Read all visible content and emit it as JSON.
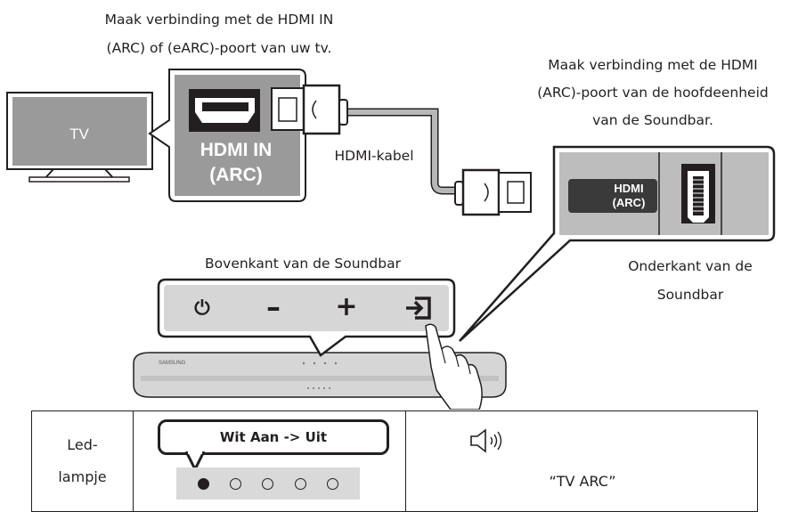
{
  "labels": {
    "tv_port_caption_line1": "Maak verbinding met de HDMI IN",
    "tv_port_caption_line2": "(ARC) of (eARC)-poort van uw tv.",
    "soundbar_port_caption_line1": "Maak verbinding met de HDMI",
    "soundbar_port_caption_line2": "(ARC)-poort van de hoofdeenheid",
    "soundbar_port_caption_line3": "van de Soundbar.",
    "cable_label": "HDMI-kabel",
    "top_panel_label": "Bovenkant van de Soundbar",
    "bottom_panel_label_line1": "Onderkant van de",
    "bottom_panel_label_line2": "Soundbar"
  },
  "tv": {
    "label": "TV"
  },
  "tv_port": {
    "line1": "HDMI IN",
    "line2": "(ARC)"
  },
  "soundbar_port": {
    "line1": "HDMI",
    "line2": "(ARC)"
  },
  "control_panel": {
    "buttons": [
      {
        "name": "power-icon",
        "glyph": "⏻"
      },
      {
        "name": "volume-down-icon",
        "glyph": "–"
      },
      {
        "name": "volume-up-icon",
        "glyph": "+"
      },
      {
        "name": "source-input-icon",
        "glyph": "⇥"
      }
    ]
  },
  "led_table": {
    "row_header_line1": "Led-",
    "row_header_line2": "lampje",
    "led_state": "Wit Aan -> Uit",
    "leds": [
      "on",
      "off",
      "off",
      "off",
      "off"
    ],
    "voice_prompt": "“TV ARC”"
  },
  "colors": {
    "panel_gray": "#9a9a9a",
    "port_dark": "#3a3a3a",
    "soundbar_body": "#d6d6d6",
    "cable": "#b7b7b7",
    "led_bar": "#d9d9d9"
  }
}
